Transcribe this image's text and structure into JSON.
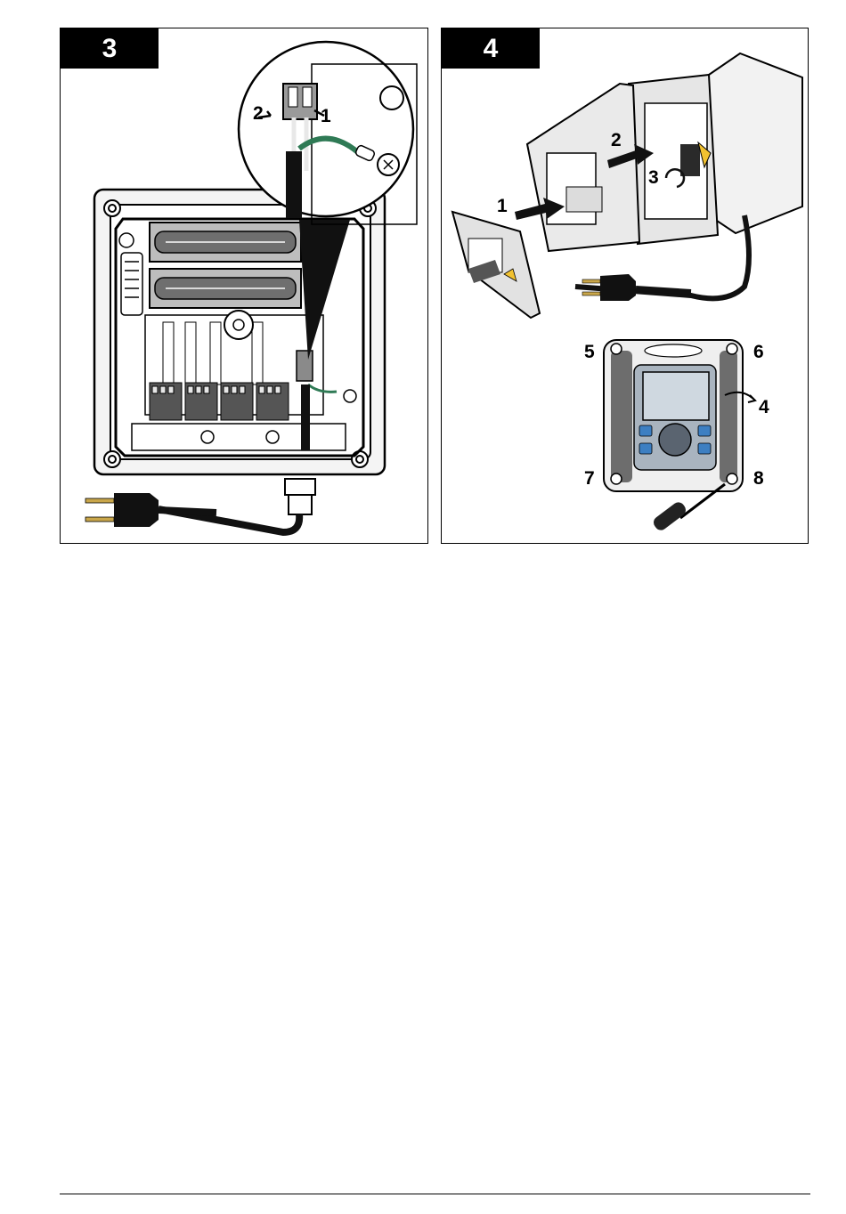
{
  "panels": [
    {
      "step": "3",
      "callouts": [
        "2",
        "1"
      ]
    },
    {
      "step": "4",
      "callouts": [
        "1",
        "2",
        "3",
        "5",
        "6",
        "4",
        "7",
        "8"
      ]
    }
  ],
  "colors": {
    "ground_wire": "#2f7a55",
    "keypad_blue": "#3d7fc2",
    "screen": "#cfd8e0",
    "panel_grey": "#6d6d6d"
  }
}
